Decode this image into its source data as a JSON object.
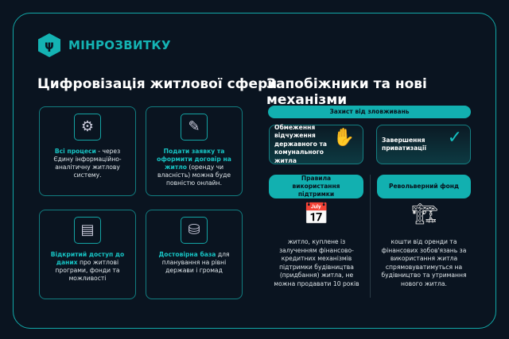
{
  "brand": {
    "name": "МІНРОЗВИТКУ"
  },
  "left": {
    "title": "Цифровізація житлової сфери",
    "cards": [
      {
        "icon": "monitor-gear-icon",
        "highlight": "Всі процеси",
        "text": " - через Єдину інформаційно-аналітичну житлову систему."
      },
      {
        "icon": "document-sign-icon",
        "highlight": "Подати заявку та оформити договір на житло",
        "text": " (оренду чи власність) можна буде повністю онлайн."
      },
      {
        "icon": "monitor-chart-icon",
        "highlight": "Відкритий доступ до даних",
        "text": " про житлові програми, фонди та можливості"
      },
      {
        "icon": "database-icon",
        "highlight": "Достовірна база",
        "text": " для планування на рівні держави і громад"
      }
    ]
  },
  "right": {
    "title": "Запобіжники та нові механізми",
    "banner": "Захист від зловживань",
    "boxes": [
      {
        "text": "Обмеження відчуження державного та комунального житла",
        "icon": "stop-hand-icon"
      },
      {
        "text": "Завершення приватизації",
        "icon": "check-circle-icon"
      }
    ],
    "rules": {
      "label": "Правила використання підтримки",
      "icon": "calendar-clock-icon",
      "text": "житло, куплене із залученням фінансово-кредитних механізмів підтримки будівництва (придбання) житла, не можна продавати 10 років"
    },
    "fund": {
      "label": "Револьверний фонд",
      "icon": "crane-icon",
      "text": "кошти від оренди та фінансових зобов'язань за використання житла спрямовуватимуться на будівництво та утримання нового житла."
    }
  },
  "colors": {
    "accent": "#12b0b0",
    "background": "#0a1420"
  }
}
